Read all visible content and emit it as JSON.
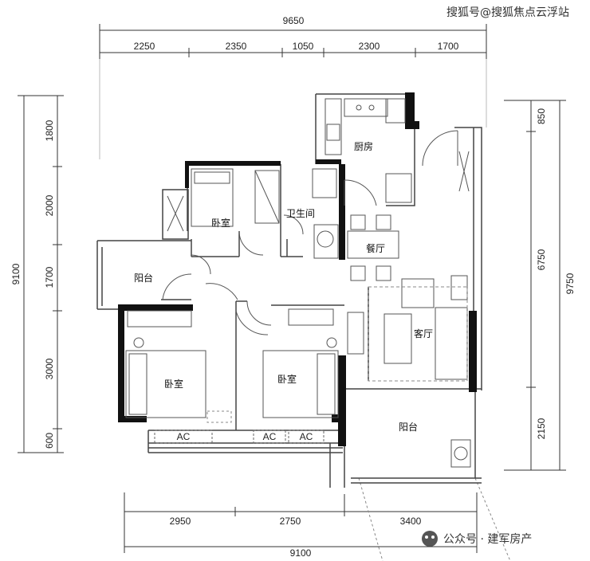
{
  "watermark_top": "搜狐号@搜狐焦点云浮站",
  "watermark_bottom": "公众号 · 建军房产",
  "dimensions": {
    "top_total": "9650",
    "top_segments": [
      "2250",
      "2350",
      "1050",
      "2300",
      "1700"
    ],
    "left_total": "9100",
    "left_segments": [
      "1800",
      "2000",
      "1700",
      "3000",
      "600"
    ],
    "right_total": "9750",
    "right_segments": [
      "850",
      "6750",
      "2150"
    ],
    "bottom_segments": [
      "2950",
      "2750",
      "3400"
    ],
    "bottom_total": "9100"
  },
  "rooms": {
    "kitchen": "厨房",
    "bedroom_top": "卧室",
    "bathroom": "卫生间",
    "dining": "餐厅",
    "balcony_left": "阳台",
    "living": "客厅",
    "bedroom_left": "卧室",
    "bedroom_mid": "卧室",
    "balcony_right": "阳台"
  },
  "ac_label": "AC",
  "colors": {
    "wall": "#111111",
    "line": "#444444",
    "dash": "#777777"
  }
}
